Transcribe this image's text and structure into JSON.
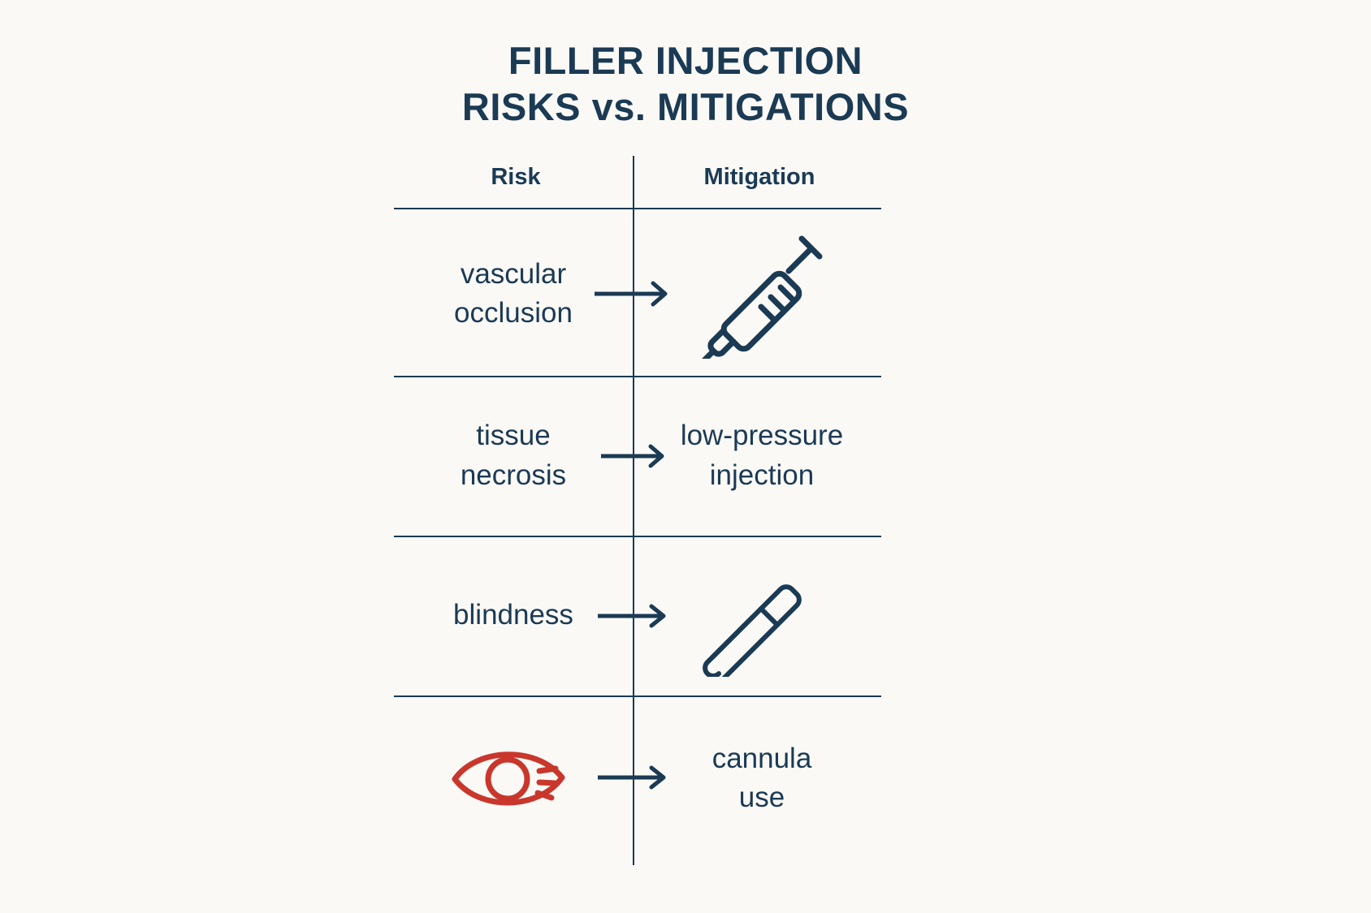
{
  "title": {
    "line1": "FILLER INJECTION",
    "line2": "RISKS vs. MITIGATIONS"
  },
  "colors": {
    "background": "#FAF9F6",
    "navy": "#1B3A54",
    "red": "#C9372C"
  },
  "table": {
    "headers": {
      "risk": "Risk",
      "mitigation": "Mitigation"
    },
    "rows": [
      {
        "risk_type": "text",
        "risk": "vascular\nocclusion",
        "risk_icon": "",
        "arrow": "arrow-right",
        "mitigation_type": "icon",
        "mitigation": "",
        "mitigation_icon": "syringe-icon"
      },
      {
        "risk_type": "text",
        "risk": "tissue\nnecrosis",
        "risk_icon": "",
        "arrow": "arrow-right",
        "mitigation_type": "text",
        "mitigation": "low-pressure\ninjection",
        "mitigation_icon": ""
      },
      {
        "risk_type": "text",
        "risk": "blindness",
        "risk_icon": "",
        "arrow": "arrow-right",
        "mitigation_type": "icon",
        "mitigation": "",
        "mitigation_icon": "cannula-icon"
      },
      {
        "risk_type": "icon",
        "risk": "",
        "risk_icon": "eye-icon",
        "arrow": "arrow-right",
        "mitigation_type": "text",
        "mitigation": "cannula\nuse",
        "mitigation_icon": ""
      }
    ]
  }
}
